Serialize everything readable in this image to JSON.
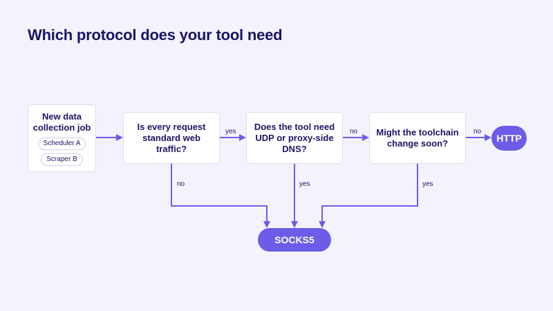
{
  "title": "Which protocol does your tool need",
  "start": {
    "label": "New data\ncollection job",
    "tags": [
      "Scheduler A",
      "Scraper B"
    ]
  },
  "decisions": [
    {
      "label": "Is every request\nstandard web\ntraffic?"
    },
    {
      "label": "Does the tool need\nUDP or proxy-side\nDNS?"
    },
    {
      "label": "Might the toolchain\nchange soon?"
    }
  ],
  "outcomes": {
    "http": "HTTP",
    "socks5": "SOCKS5"
  },
  "edge_labels": {
    "d1_to_d2": "yes",
    "d2_to_d3": "no",
    "d3_to_http": "no",
    "d1_to_socks5": "no",
    "d2_to_socks5": "yes",
    "d3_to_socks5": "yes"
  },
  "colors": {
    "accent": "#6c5ce7",
    "title": "#1b1464",
    "background": "#f4f3fd"
  }
}
